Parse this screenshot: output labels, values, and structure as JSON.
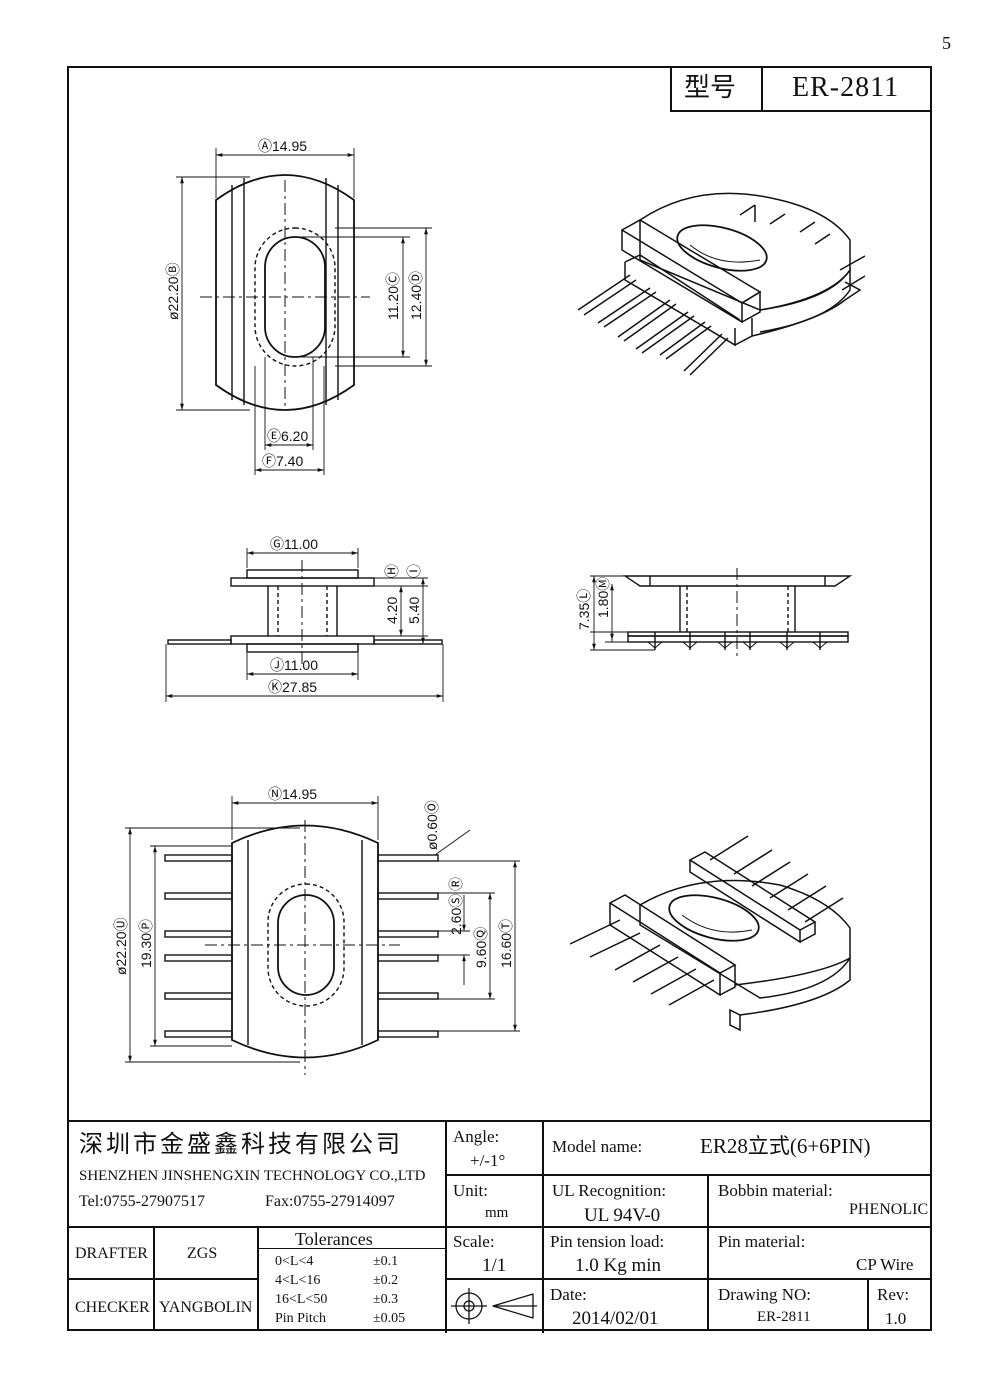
{
  "corner_mark": "5",
  "title_block": {
    "label": "型号",
    "model": "ER-2811"
  },
  "dims": {
    "top": {
      "A": "Ⓐ14.95",
      "B": "ø22.20Ⓑ",
      "C": "11.20Ⓒ",
      "D": "12.40Ⓓ",
      "E": "Ⓔ6.20",
      "F": "Ⓕ7.40"
    },
    "side": {
      "G": "Ⓖ11.00",
      "H": "Ⓗ",
      "I": "Ⓘ",
      "h1": "4.20",
      "h2": "5.40",
      "J": "Ⓙ11.00",
      "K": "Ⓚ27.85",
      "L": "7.35Ⓛ",
      "M": "1.80Ⓜ"
    },
    "bottom": {
      "N": "Ⓝ14.95",
      "O": "ø0.60Ⓞ",
      "R": "Ⓡ",
      "S": "2.60Ⓢ",
      "Q": "9.60Ⓠ",
      "T": "16.60Ⓣ",
      "U": "ø22.20Ⓤ",
      "P": "19.30Ⓟ"
    }
  },
  "footer": {
    "company_cn": "深圳市金盛鑫科技有限公司",
    "company_en": "SHENZHEN JINSHENGXIN TECHNOLOGY CO.,LTD",
    "tel": "Tel:0755-27907517",
    "fax": "Fax:0755-27914097",
    "angle_label": "Angle:",
    "angle_value": "+/-1°",
    "model_label": "Model name:",
    "model_value": "ER28立式(6+6PIN)",
    "unit_label": "Unit:",
    "unit_value": "mm",
    "ul_label": "UL Recognition:",
    "ul_value": "UL 94V-0",
    "bobbin_label": "Bobbin material:",
    "bobbin_value": "PHENOLIC",
    "drafter_label": "DRAFTER",
    "drafter_value": "ZGS",
    "tolerances_label": "Tolerances",
    "tol": [
      {
        "range": "0<L<4",
        "value": "±0.1"
      },
      {
        "range": "4<L<16",
        "value": "±0.2"
      },
      {
        "range": "16<L<50",
        "value": "±0.3"
      },
      {
        "range": "Pin Pitch",
        "value": "±0.05"
      }
    ],
    "scale_label": "Scale:",
    "scale_value": "1/1",
    "pin_tension_label": "Pin tension load:",
    "pin_tension_value": "1.0 Kg min",
    "pin_material_label": "Pin material:",
    "pin_material_value": "CP Wire",
    "checker_label": "CHECKER",
    "checker_value": "YANGBOLIN",
    "date_label": "Date:",
    "date_value": "2014/02/01",
    "drawing_no_label": "Drawing NO:",
    "drawing_no_value": "ER-2811",
    "rev_label": "Rev:",
    "rev_value": "1.0"
  }
}
